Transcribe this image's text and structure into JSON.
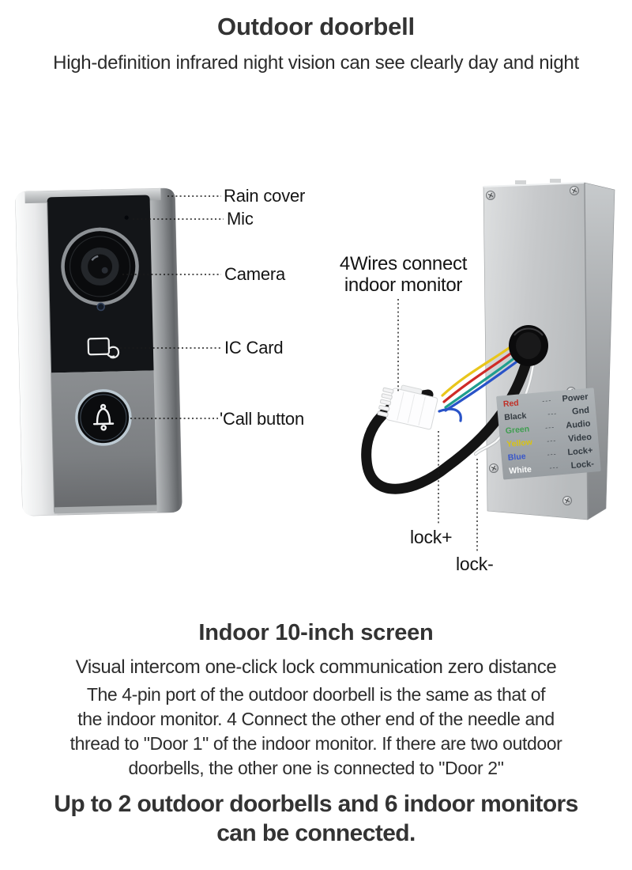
{
  "header": {
    "title": "Outdoor doorbell",
    "subtitle": "High-definition infrared night vision can see clearly day and night"
  },
  "doorbell_labels": {
    "rain_cover": "Rain cover",
    "mic": "Mic",
    "camera": "Camera",
    "ic_card": "IC Card",
    "call_button": "'Call button"
  },
  "wiring": {
    "note_line1": "4Wires connect",
    "note_line2": "indoor monitor",
    "lock_plus": "lock+",
    "lock_minus": "lock-",
    "legend": [
      {
        "color_name": "Red",
        "color": "#c03028",
        "signal": "Power"
      },
      {
        "color_name": "Black",
        "color": "#333a40",
        "signal": "Gnd"
      },
      {
        "color_name": "Green",
        "color": "#3f9e50",
        "signal": "Audio"
      },
      {
        "color_name": "Yellow",
        "color": "#d9c312",
        "signal": "Video"
      },
      {
        "color_name": "Blue",
        "color": "#3a57c9",
        "signal": "Lock+"
      },
      {
        "color_name": "White",
        "color": "#fafbfb",
        "signal": "Lock-"
      }
    ],
    "wire_colors": {
      "red": "#cf2b27",
      "black": "#141414",
      "green": "#1f9e8e",
      "yellow": "#e9c61b",
      "blue": "#2953c8",
      "white": "#f7f8f8"
    }
  },
  "indoor_section": {
    "heading": "Indoor 10-inch screen",
    "subheading": "Visual intercom one-click lock communication zero distance",
    "body_lines": [
      "The 4-pin port of the outdoor doorbell is the same as that of",
      "the indoor monitor. 4 Connect the other end of the needle and",
      "thread to \"Door 1\" of the indoor monitor. If there are two outdoor",
      "doorbells, the other one is connected to \"Door 2\""
    ],
    "footer_line1": "Up to 2 outdoor doorbells and 6 indoor monitors",
    "footer_line2": "can be connected."
  }
}
